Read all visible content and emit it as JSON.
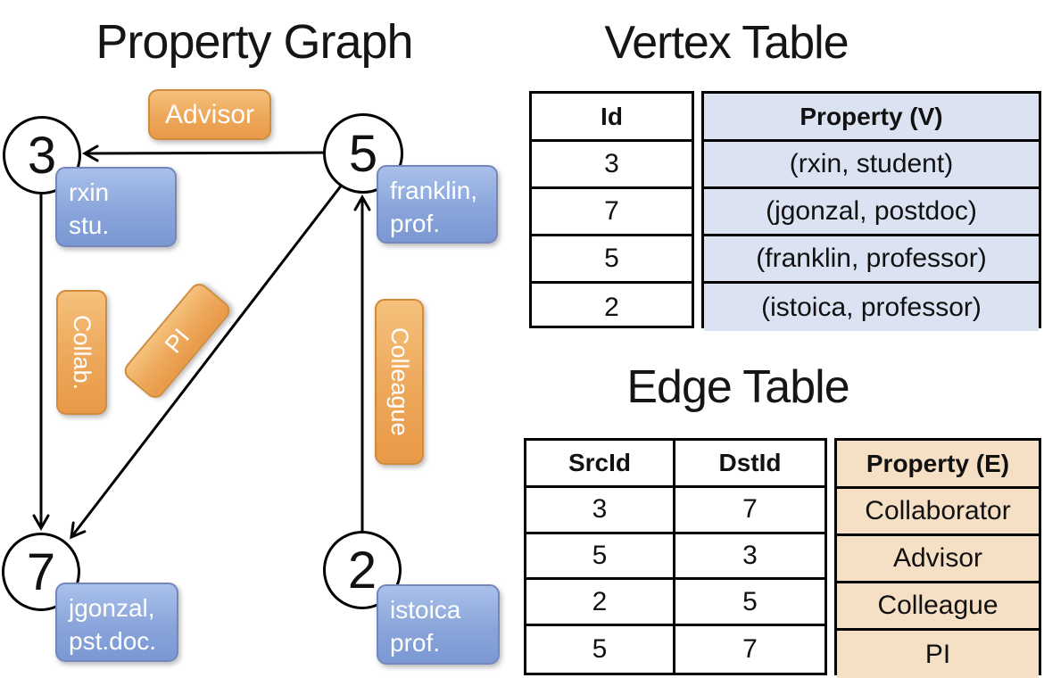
{
  "graph": {
    "title": "Property Graph",
    "nodes": [
      {
        "id": "3",
        "line1": "rxin",
        "line2": "stu."
      },
      {
        "id": "5",
        "line1": "franklin,",
        "line2": "prof."
      },
      {
        "id": "7",
        "line1": "jgonzal,",
        "line2": "pst.doc."
      },
      {
        "id": "2",
        "line1": "istoica",
        "line2": "prof."
      }
    ],
    "edge_labels": {
      "advisor": "Advisor",
      "collab": "Collab.",
      "pi": "PI",
      "colleague": "Colleague"
    }
  },
  "vertex_table": {
    "title": "Vertex Table",
    "headers": {
      "id": "Id",
      "property": "Property (V)"
    },
    "rows": [
      {
        "id": "3",
        "property": "(rxin, student)"
      },
      {
        "id": "7",
        "property": "(jgonzal, postdoc)"
      },
      {
        "id": "5",
        "property": "(franklin, professor)"
      },
      {
        "id": "2",
        "property": "(istoica, professor)"
      }
    ]
  },
  "edge_table": {
    "title": "Edge Table",
    "headers": {
      "src": "SrcId",
      "dst": "DstId",
      "property": "Property (E)"
    },
    "rows": [
      {
        "src": "3",
        "dst": "7",
        "property": "Collaborator"
      },
      {
        "src": "5",
        "dst": "3",
        "property": "Advisor"
      },
      {
        "src": "2",
        "dst": "5",
        "property": "Colleague"
      },
      {
        "src": "5",
        "dst": "7",
        "property": "PI"
      }
    ]
  },
  "colors": {
    "edge_label_pill": "#eda75a",
    "vertex_property_pill": "#8aa5da",
    "vertex_table_highlight": "#dbe3f3",
    "edge_table_highlight": "#f5dfc5",
    "line_color": "#000000"
  }
}
